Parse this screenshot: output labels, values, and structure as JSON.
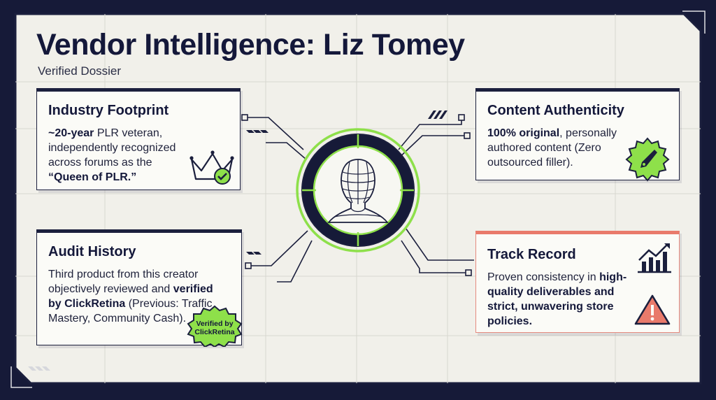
{
  "header": {
    "title": "Vendor Intelligence: Liz Tomey",
    "subtitle": "Verified Dossier"
  },
  "cards": {
    "footprint": {
      "heading": "Industry Footprint",
      "parts": [
        "~20-year",
        " PLR veteran, independently recognized across forums as the ",
        "“Queen of PLR.”"
      ],
      "icon": "crown-check-icon"
    },
    "authenticity": {
      "heading": "Content Authenticity",
      "parts": [
        "100% original",
        ", personally authored content (Zero outsourced filler)."
      ],
      "icon": "pen-nib-badge-icon"
    },
    "audit": {
      "heading": "Audit History",
      "parts": [
        "Third product from this creator objectively reviewed and ",
        "verified by ClickRetina",
        " (Previous: Traffic Mastery, Community Cash)."
      ],
      "badge_label": "Verified by ClickRetina",
      "icon": "verified-seal-icon"
    },
    "track": {
      "heading": "Track Record",
      "parts": [
        "Proven consistency in ",
        "high-quality deliverables and strict, unwavering store policies."
      ],
      "icon": "growth-chart-icon",
      "alert_icon": "warning-triangle-icon"
    }
  },
  "center": {
    "icon": "wireframe-head-icon"
  },
  "colors": {
    "navy": "#161a38",
    "accent_green": "#8ee04a",
    "alert_red": "#e97a6b",
    "paper": "#f1f0ea"
  }
}
